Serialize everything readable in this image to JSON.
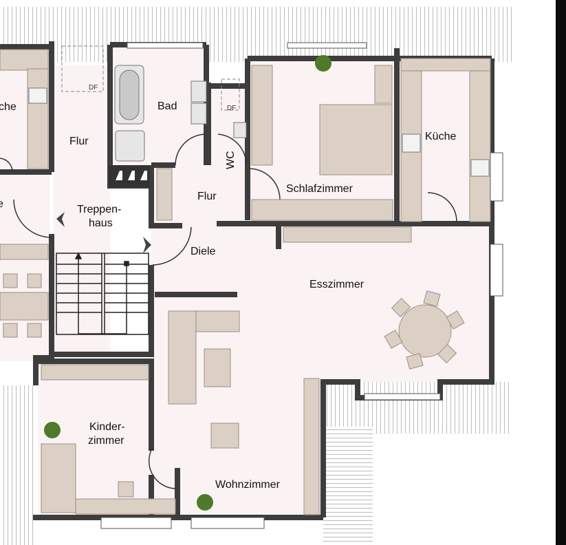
{
  "plan": {
    "rooms": {
      "kueche_left": "che",
      "flur_left": "Flur",
      "bad": "Bad",
      "df_flur": "DF",
      "df_wc": "DF",
      "wc": "WC",
      "kueche": "Küche",
      "schlafzimmer": "Schlafzimmer",
      "flur_center": "Flur",
      "treppenhaus_1": "Treppen-",
      "treppenhaus_2": "haus",
      "left_partial": "e",
      "diele": "Diele",
      "esszimmer": "Esszimmer",
      "kinderzimmer_1": "Kinder-",
      "kinderzimmer_2": "zimmer",
      "wohnzimmer": "Wohnzimmer"
    },
    "colors": {
      "wall": "#3d3d3d",
      "floor": "#fbf3f3",
      "furniture": "#dccfc3",
      "plant": "#4f7a2a"
    }
  }
}
